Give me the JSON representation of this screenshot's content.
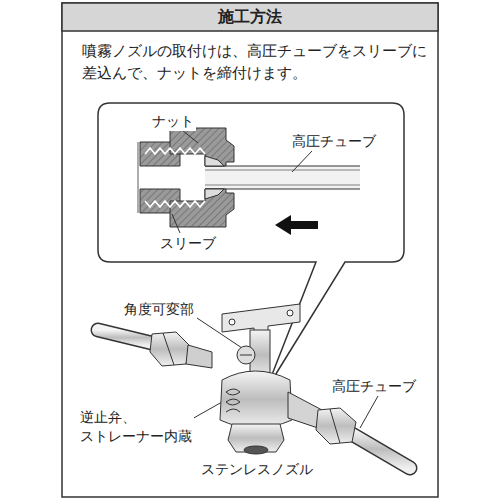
{
  "diagram": {
    "title": "施工方法",
    "labels": [
      "噴霧ノズルの取付けは、高圧チューブをスリーブに 差込んで、ナットを締付けます。",
      "ナット",
      "高圧チューブ",
      "スリーブ",
      "角度可変部",
      "逆止弁、 ストレーナー内蔵",
      "高圧チューブ",
      "ステンレスノズル"
    ]
  }
}
